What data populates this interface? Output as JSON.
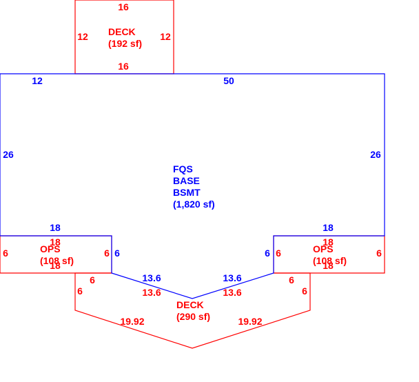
{
  "colors": {
    "base": "#0000ff",
    "addition": "#ff0000",
    "background": "#ffffff"
  },
  "areas": {
    "base": {
      "lines": [
        "FQS",
        "BASE",
        "BSMT",
        "(1,820 sf)"
      ]
    },
    "deck_top": {
      "lines": [
        "DECK",
        "(192 sf)"
      ]
    },
    "ops_left": {
      "lines": [
        "OPS",
        "(108 sf)"
      ]
    },
    "ops_right": {
      "lines": [
        "OPS",
        "(108 sf)"
      ]
    },
    "deck_bottom": {
      "lines": [
        "DECK",
        "(290 sf)"
      ]
    }
  },
  "dimensions": {
    "deck_top": {
      "top": "16",
      "bottom": "16",
      "left": "12",
      "right": "12"
    },
    "base": {
      "top_left": "12",
      "top_right": "50",
      "left": "26",
      "right": "26",
      "bottom_left": "18",
      "bottom_right": "18",
      "inner_left": "6",
      "inner_right": "6",
      "diag_left": "13.6",
      "diag_right": "13.6"
    },
    "ops_left": {
      "top": "18",
      "bottom": "18",
      "left": "6",
      "right": "6"
    },
    "ops_right": {
      "top": "18",
      "bottom": "18",
      "left": "6",
      "right": "6"
    },
    "deck_bottom": {
      "ledge_left": "6",
      "ledge_right": "6",
      "side_left": "6",
      "side_right": "6",
      "inner_left": "13.6",
      "inner_right": "13.6",
      "outer_left": "19.92",
      "outer_right": "19.92"
    }
  }
}
